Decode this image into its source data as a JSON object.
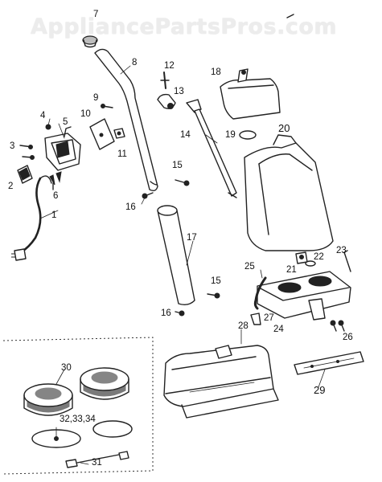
{
  "watermark": "AppliancePartsPros.com",
  "parts": {
    "p1": "1",
    "p2": "2",
    "p3": "3",
    "p4": "4",
    "p5": "5",
    "p6": "6",
    "p7": "7",
    "p8": "8",
    "p9": "9",
    "p10": "10",
    "p11": "11",
    "p12": "12",
    "p13": "13",
    "p14": "14",
    "p15a": "15",
    "p15b": "15",
    "p16a": "16",
    "p16b": "16",
    "p17": "17",
    "p18": "18",
    "p19": "19",
    "p20": "20",
    "p21": "21",
    "p22": "22",
    "p23": "23",
    "p24": "24",
    "p25": "25",
    "p26": "26",
    "p27": "27",
    "p28": "28",
    "p29": "29",
    "p30": "30",
    "p31": "31",
    "p32": "32,33,34"
  }
}
